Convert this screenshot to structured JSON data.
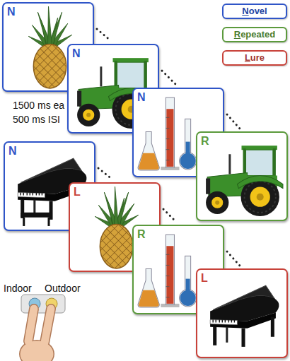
{
  "diagram": {
    "nodes": [
      {
        "text": [
          "N"
        ]
      },
      {
        "text": [
          "N"
        ]
      },
      {
        "text": [
          "N"
        ]
      },
      {
        "text": [
          "R"
        ]
      },
      {
        "text": [
          "N"
        ]
      },
      {
        "text": [
          "L"
        ]
      },
      {
        "text": [
          "R"
        ]
      },
      {
        "text": [
          "L"
        ]
      }
    ],
    "edges": [
      {
        "from": 0,
        "to": 1,
        "arrow": "none"
      },
      {
        "from": 1,
        "to": 2,
        "arrow": "none"
      },
      {
        "from": 2,
        "to": 3,
        "arrow": "none"
      },
      {
        "from": 4,
        "to": 5,
        "arrow": "none"
      },
      {
        "from": 5,
        "to": 6,
        "arrow": "none"
      },
      {
        "from": 6,
        "to": 7,
        "arrow": "none"
      }
    ],
    "labels": [
      "1500 ms ea",
      "500 ms ISI",
      "Indoor",
      "Outdoor"
    ],
    "legend": [
      {
        "text": "Novel",
        "color": "#2f55c8"
      },
      {
        "text": "Repeated",
        "color": "#5b9a3c"
      },
      {
        "text": "Lure",
        "color": "#c8423a"
      }
    ]
  }
}
